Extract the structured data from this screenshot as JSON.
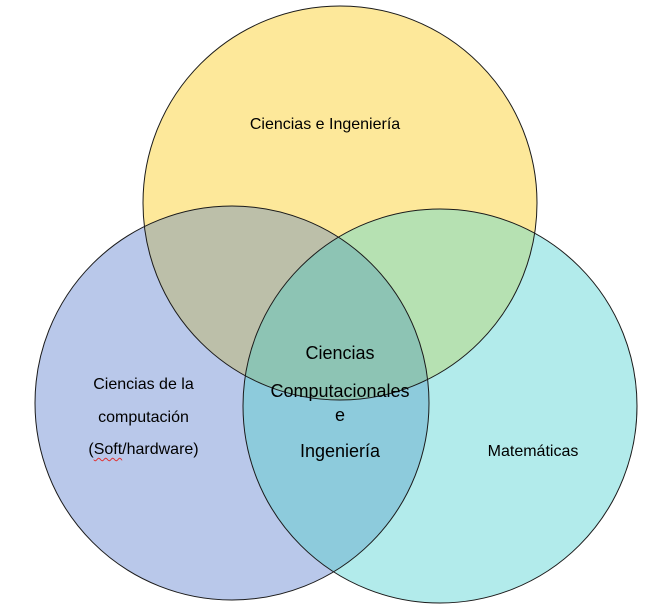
{
  "colors": {
    "top_circle": "#fde89a",
    "left_circle": "#b9c8ea",
    "right_circle": "#b2ebeb",
    "top_left_overlap": "#bcbfa9",
    "top_right_overlap": "#b6e1b2",
    "left_right_overlap": "#8dcbdc",
    "center_overlap": "#8dc4b4",
    "outline": "#1a1a1a"
  },
  "circles": {
    "top": {
      "label": "Ciencias e Ingeniería"
    },
    "left": {
      "label_lines": [
        "Ciencias de la",
        "computación",
        "(",
        "Soft",
        "/hardware)"
      ]
    },
    "right": {
      "label": "Matemáticas"
    }
  },
  "center": {
    "label_lines": [
      "Ciencias",
      "Computacionales",
      "e",
      "Ingeniería"
    ]
  }
}
